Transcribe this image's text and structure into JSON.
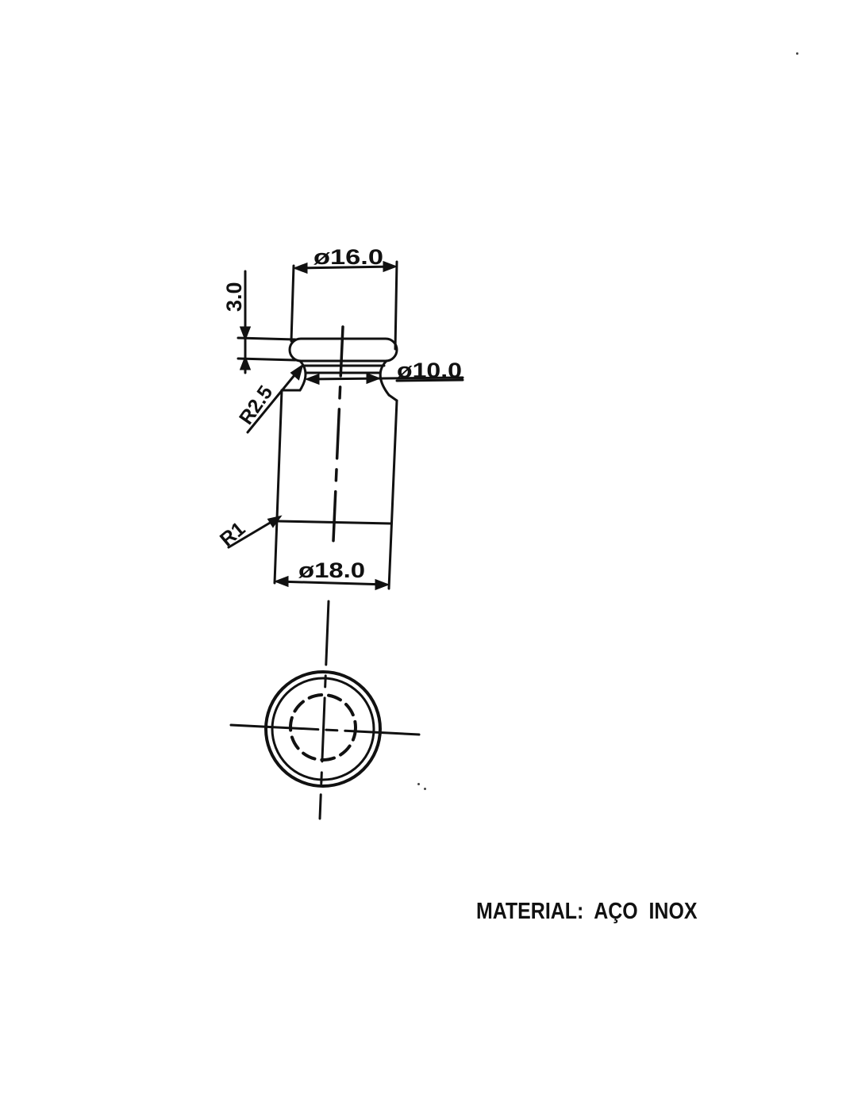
{
  "drawing": {
    "dimensions": {
      "top_diameter": "ø16.0",
      "head_height": "3.0",
      "neck_diameter": "ø10.0",
      "neck_radius": "R2.5",
      "edge_radius": "R1",
      "body_diameter": "ø18.0"
    },
    "material_label": "MATERIAL:  AÇO  INOX"
  },
  "colors": {
    "ink": "#111111",
    "paper": "#ffffff"
  }
}
